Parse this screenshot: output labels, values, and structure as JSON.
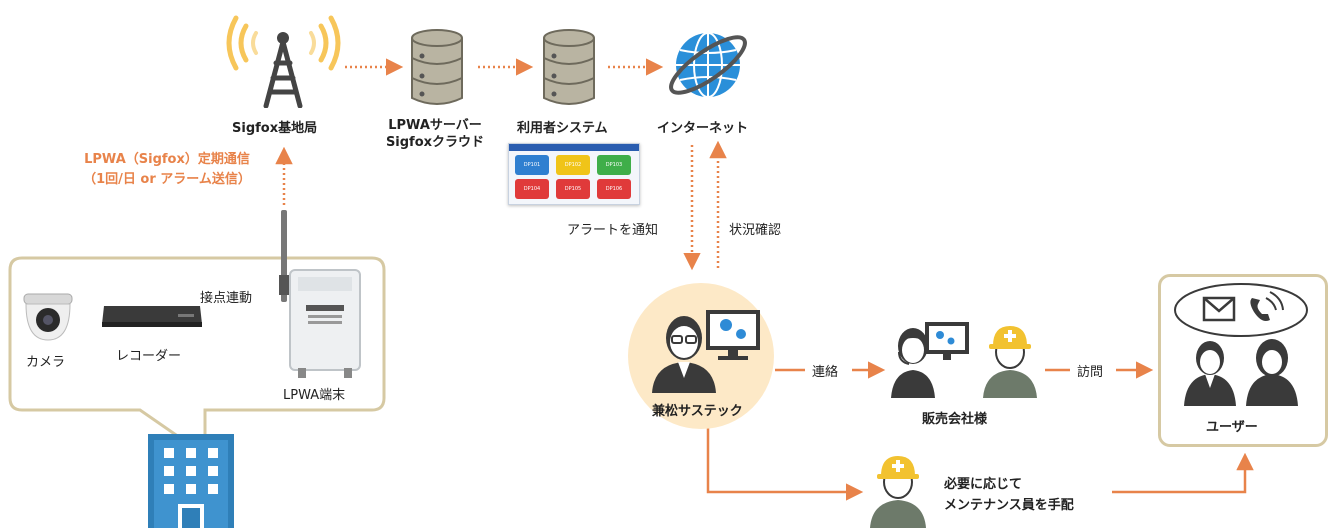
{
  "nodes": {
    "base_station": "Sigfox基地局",
    "lpwa_server": "LPWAサーバー",
    "sigfox_cloud": "Sigfoxクラウド",
    "user_system": "利用者システム",
    "internet": "インターネット",
    "camera": "カメラ",
    "recorder": "レコーダー",
    "lpwa_terminal": "LPWA端末",
    "kanematsu": "兼松サステック",
    "dealer": "販売会社様",
    "user": "ユーザー"
  },
  "edges": {
    "lpwa_line1": "LPWA（Sigfox）定期通信",
    "lpwa_line2": "（1回/日 or アラーム送信）",
    "contact_link": "接点連動",
    "alert_notify": "アラートを通知",
    "status_check": "状況確認",
    "contact": "連絡",
    "visit": "訪問",
    "maintenance_line1": "必要に応じて",
    "maintenance_line2": "メンテナンス員を手配"
  },
  "dashboard": {
    "tiles": [
      {
        "label": "DP101",
        "color": "#2f7fd0"
      },
      {
        "label": "DP102",
        "color": "#f0c419"
      },
      {
        "label": "DP103",
        "color": "#3fae49"
      },
      {
        "label": "DP104",
        "color": "#e03a3a"
      },
      {
        "label": "DP105",
        "color": "#e03a3a"
      },
      {
        "label": "DP106",
        "color": "#e03a3a"
      }
    ]
  },
  "colors": {
    "accent": "#e8834a",
    "frame": "#d6c9a3",
    "person_dark": "#3a3a3a",
    "gear_blue": "#2e8bd6",
    "helmet": "#f2c230",
    "globe": "#2a8fd9",
    "building": "#2f7fb8"
  }
}
